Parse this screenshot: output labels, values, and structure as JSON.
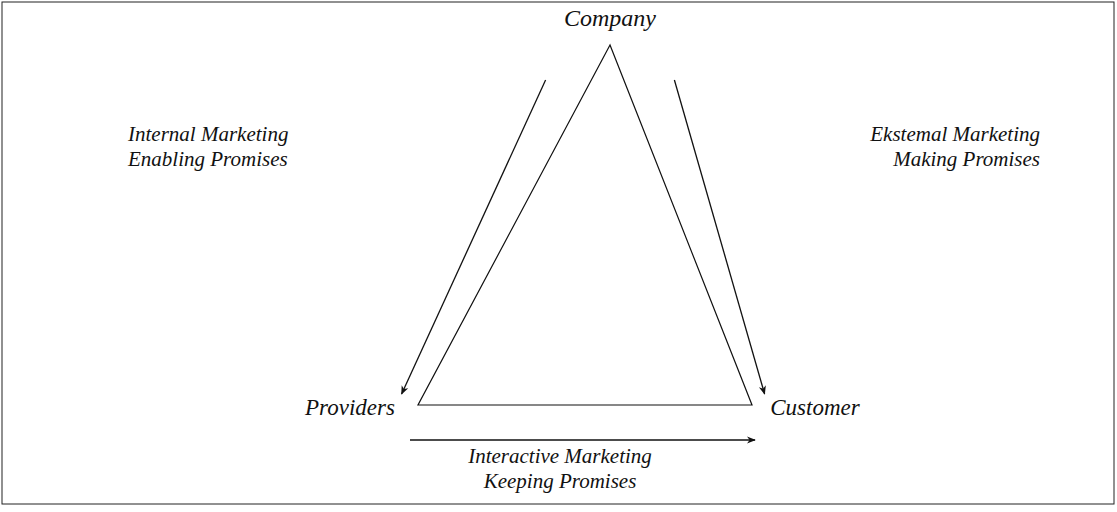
{
  "diagram": {
    "nodes": [
      {
        "text": [
          "Company"
        ]
      },
      {
        "text": [
          "Providers"
        ]
      },
      {
        "text": [
          "Customer"
        ]
      }
    ],
    "edges": [
      {
        "from": 0,
        "to": 1,
        "arrow": "to",
        "label": "Internal Marketing Enabling Promises"
      },
      {
        "from": 0,
        "to": 2,
        "arrow": "to",
        "label": "Ekstemal Marketing Making Promises"
      },
      {
        "from": 1,
        "to": 2,
        "arrow": "to",
        "label": "Interactive Marketing Keeping Promises"
      }
    ]
  }
}
